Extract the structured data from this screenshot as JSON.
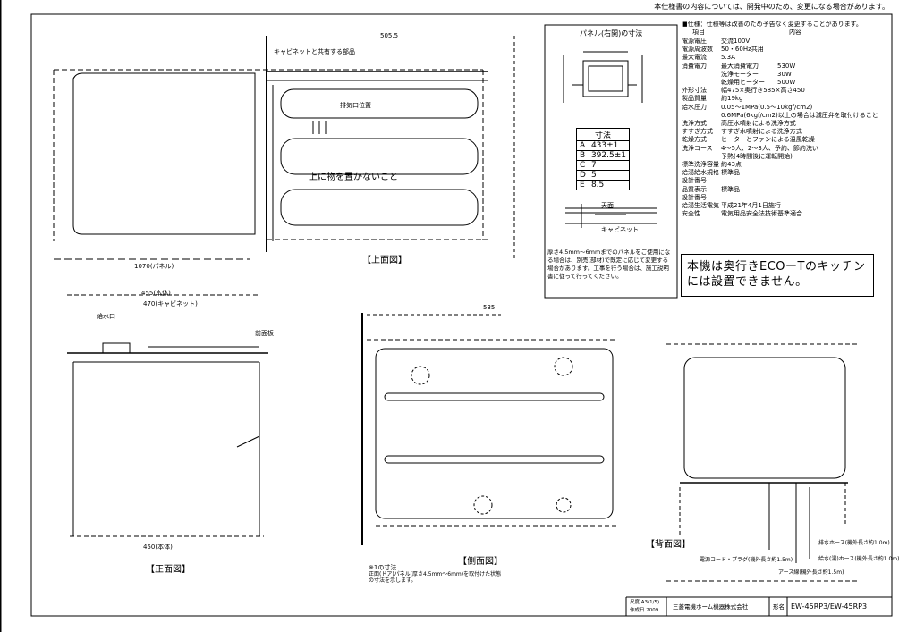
{
  "header_note": "本仕様書の内容については、開発中のため、変更になる場合があります。",
  "top_view": {
    "dim_top": "505.5",
    "cabinet_note": "キャビネットと共有する部品",
    "label_small": "排気口位置",
    "caution": "上に物を置かないこと",
    "dim_bottom": "1070(パネル)",
    "caption": "【上面図】"
  },
  "panel_section": {
    "title": "パネル(右開)の寸法"
  },
  "dim_table": {
    "header": "寸法",
    "rows": [
      {
        "key": "A",
        "val": "433±1"
      },
      {
        "key": "B",
        "val": "392.5±1"
      },
      {
        "key": "C",
        "val": "7"
      },
      {
        "key": "D",
        "val": "5"
      },
      {
        "key": "E",
        "val": "8.5"
      }
    ]
  },
  "detail_labels": {
    "top": "天面",
    "bottom": "キャビネット"
  },
  "panel_note": "厚さ4.5mm～6mmまでのパネルをご使用になる場合は、別売(部材)で既定に応じて変更する場合があります。工事を行う場合は、施工説明書に従って行ってください。",
  "specs": {
    "title": "■仕様：仕様等は改善のため予告なく変更することがあります。",
    "col_item": "項目",
    "col_detail": "内容",
    "rows": [
      {
        "k": "電源電圧",
        "v": "交流100V"
      },
      {
        "k": "電源周波数",
        "v": "50・60Hz共用"
      },
      {
        "k": "最大電流",
        "v": "5.3A"
      },
      {
        "k": "消費電力",
        "v": "最大消費電力　　　530W"
      },
      {
        "k": "",
        "v": "洗浄モーター　　　30W"
      },
      {
        "k": "",
        "v": "乾燥用ヒーター　　500W"
      },
      {
        "k": "外形寸法",
        "v": "幅475×奥行き585×高さ450"
      },
      {
        "k": "製品質量",
        "v": "約19kg"
      },
      {
        "k": "給水圧力",
        "v": "0.05～1MPa(0.5～10kgf/cm2)"
      },
      {
        "k": "",
        "v": "0.6MPa(6kgf/cm2)以上の場合は減圧弁を取付けること"
      },
      {
        "k": "洗浄方式",
        "v": "高圧水噴射による洗浄方式"
      },
      {
        "k": "すすぎ方式",
        "v": "すすぎ水噴射による洗浄方式"
      },
      {
        "k": "乾燥方式",
        "v": "ヒーターとファンによる温風乾燥"
      },
      {
        "k": "洗浄コース",
        "v": "4～5人、2～3人、予約、節約洗い"
      },
      {
        "k": "",
        "v": "予熱(4時間後に運転開始)"
      },
      {
        "k": "標準洗浄容量",
        "v": "約43点"
      },
      {
        "k": "給湯給水規格",
        "v": "標準品"
      },
      {
        "k": "設計番号",
        "v": ""
      },
      {
        "k": "品質表示",
        "v": "標準品"
      },
      {
        "k": "設計番号",
        "v": ""
      },
      {
        "k": "給湯生活電気",
        "v": "平成21年4月1日施行"
      },
      {
        "k": "安全性",
        "v": "電気用品安全法技術基準適合"
      }
    ]
  },
  "notice": {
    "line1": "本機は奥行きECOーTのキッチン",
    "line2": "には設置できません。"
  },
  "front_view": {
    "dim_top1": "455(本体)",
    "dim_top2": "470(キャビネット)",
    "part_label": "給水口",
    "side_label": "前面板",
    "dim_bottom": "450(本体)",
    "caption": "【正面図】"
  },
  "side_view": {
    "dim_top": "535",
    "footnote_title": "※1の寸法",
    "footnote_body": "正面(ドア)パネル(厚さ4.5mm～6mm)を取付けた状態の寸法を示します。",
    "caption": "【側面図】"
  },
  "back_view": {
    "label_drain": "排水ホース(機外長さ約1.0m)",
    "label_cord": "電源コード・プラグ(機外長さ約1.5m)",
    "label_earth": "アース線(機外長さ約1.5m)",
    "label_supply": "給水(湯)ホース(機外長さ約1.0m)",
    "caption": "【背面図】"
  },
  "title_block": {
    "scale": "尺度 A3(1/5)",
    "date": "作成日 2009",
    "company": "三菱電機ホーム機器株式会社",
    "label_model": "形名",
    "model": "EW-45RP3/EW-45RP3"
  }
}
